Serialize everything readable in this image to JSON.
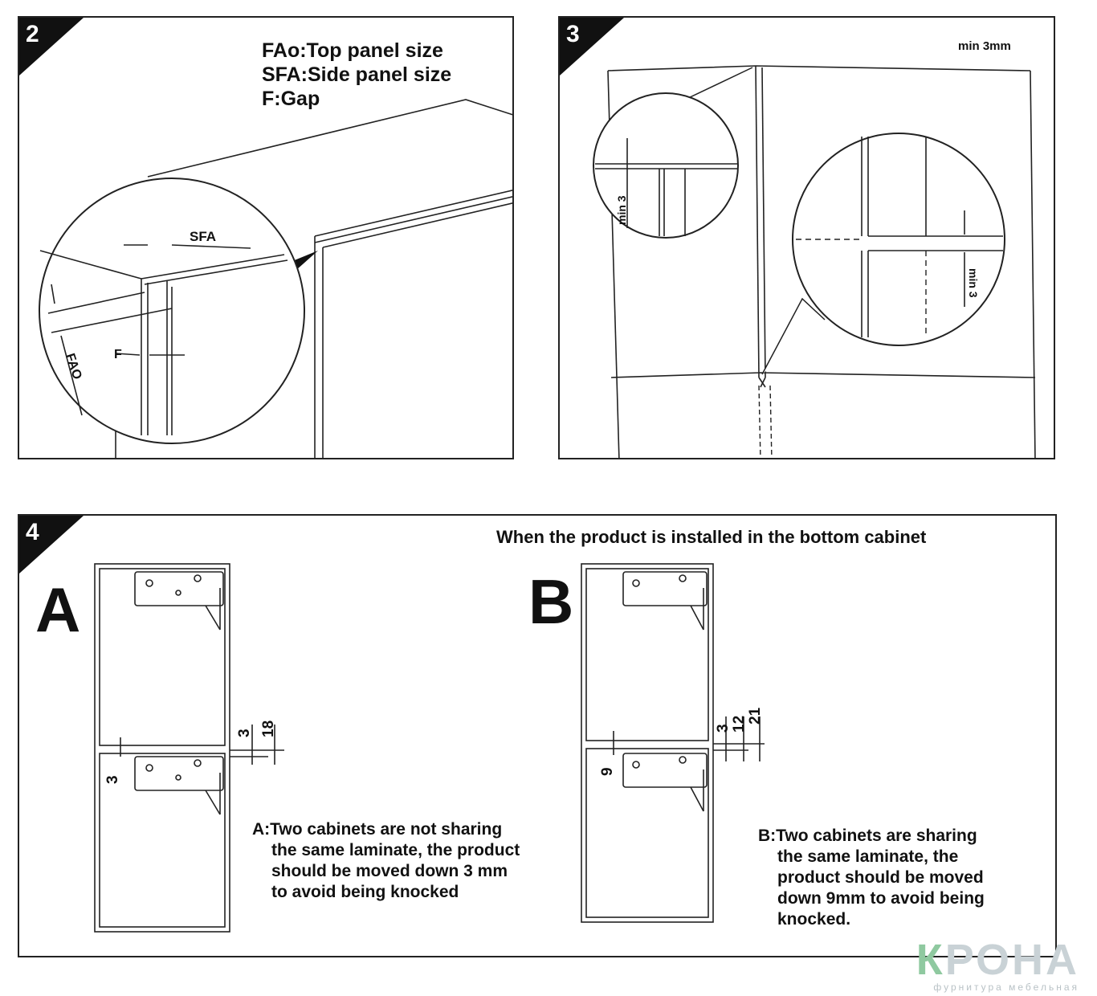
{
  "panel2": {
    "step": "2",
    "legend": [
      "FAo:Top panel size",
      "SFA:Side panel size",
      "F:Gap"
    ],
    "labels": {
      "sfa": "SFA",
      "f": "F",
      "fao": "FAO"
    }
  },
  "panel3": {
    "step": "3",
    "note": "min 3mm",
    "label_left": "min 3",
    "label_right": "min 3"
  },
  "panel4": {
    "step": "4",
    "heading": "When the product is installed in the bottom cabinet",
    "a": {
      "letter": "A",
      "dims": [
        "3",
        "18"
      ],
      "offset": "3",
      "caption": [
        "A:Two cabinets are not sharing",
        "the same laminate, the product",
        "should be moved down 3 mm",
        "to avoid being knocked"
      ]
    },
    "b": {
      "letter": "B",
      "dims": [
        "3",
        "12",
        "21"
      ],
      "offset": "9",
      "caption": [
        "B:Two cabinets are sharing",
        "the same laminate, the",
        "product  should be moved",
        "down 9mm  to avoid being",
        "knocked."
      ]
    }
  },
  "watermark": {
    "logo_first": "К",
    "logo_rest": "РОНА",
    "subtitle": "фурнитура мебельная"
  }
}
